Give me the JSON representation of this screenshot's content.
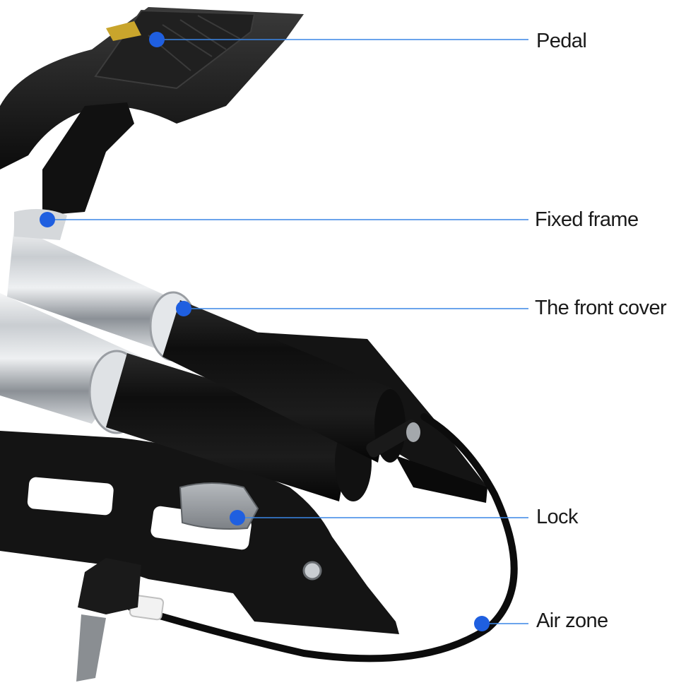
{
  "colors": {
    "leader_line": "#3a86e6",
    "marker_dot": "#1f5fe0",
    "pump_black": "#151515",
    "chrome": "#bfc3c8",
    "lock_gray": "#8e9296",
    "label_text": "#1a1a1a"
  },
  "callouts": [
    {
      "id": "pedal",
      "label": "Pedal"
    },
    {
      "id": "fixed-frame",
      "label": "Fixed frame"
    },
    {
      "id": "front-cover",
      "label": "The front cover"
    },
    {
      "id": "lock",
      "label": "Lock"
    },
    {
      "id": "air-zone",
      "label": "Air zone"
    }
  ]
}
